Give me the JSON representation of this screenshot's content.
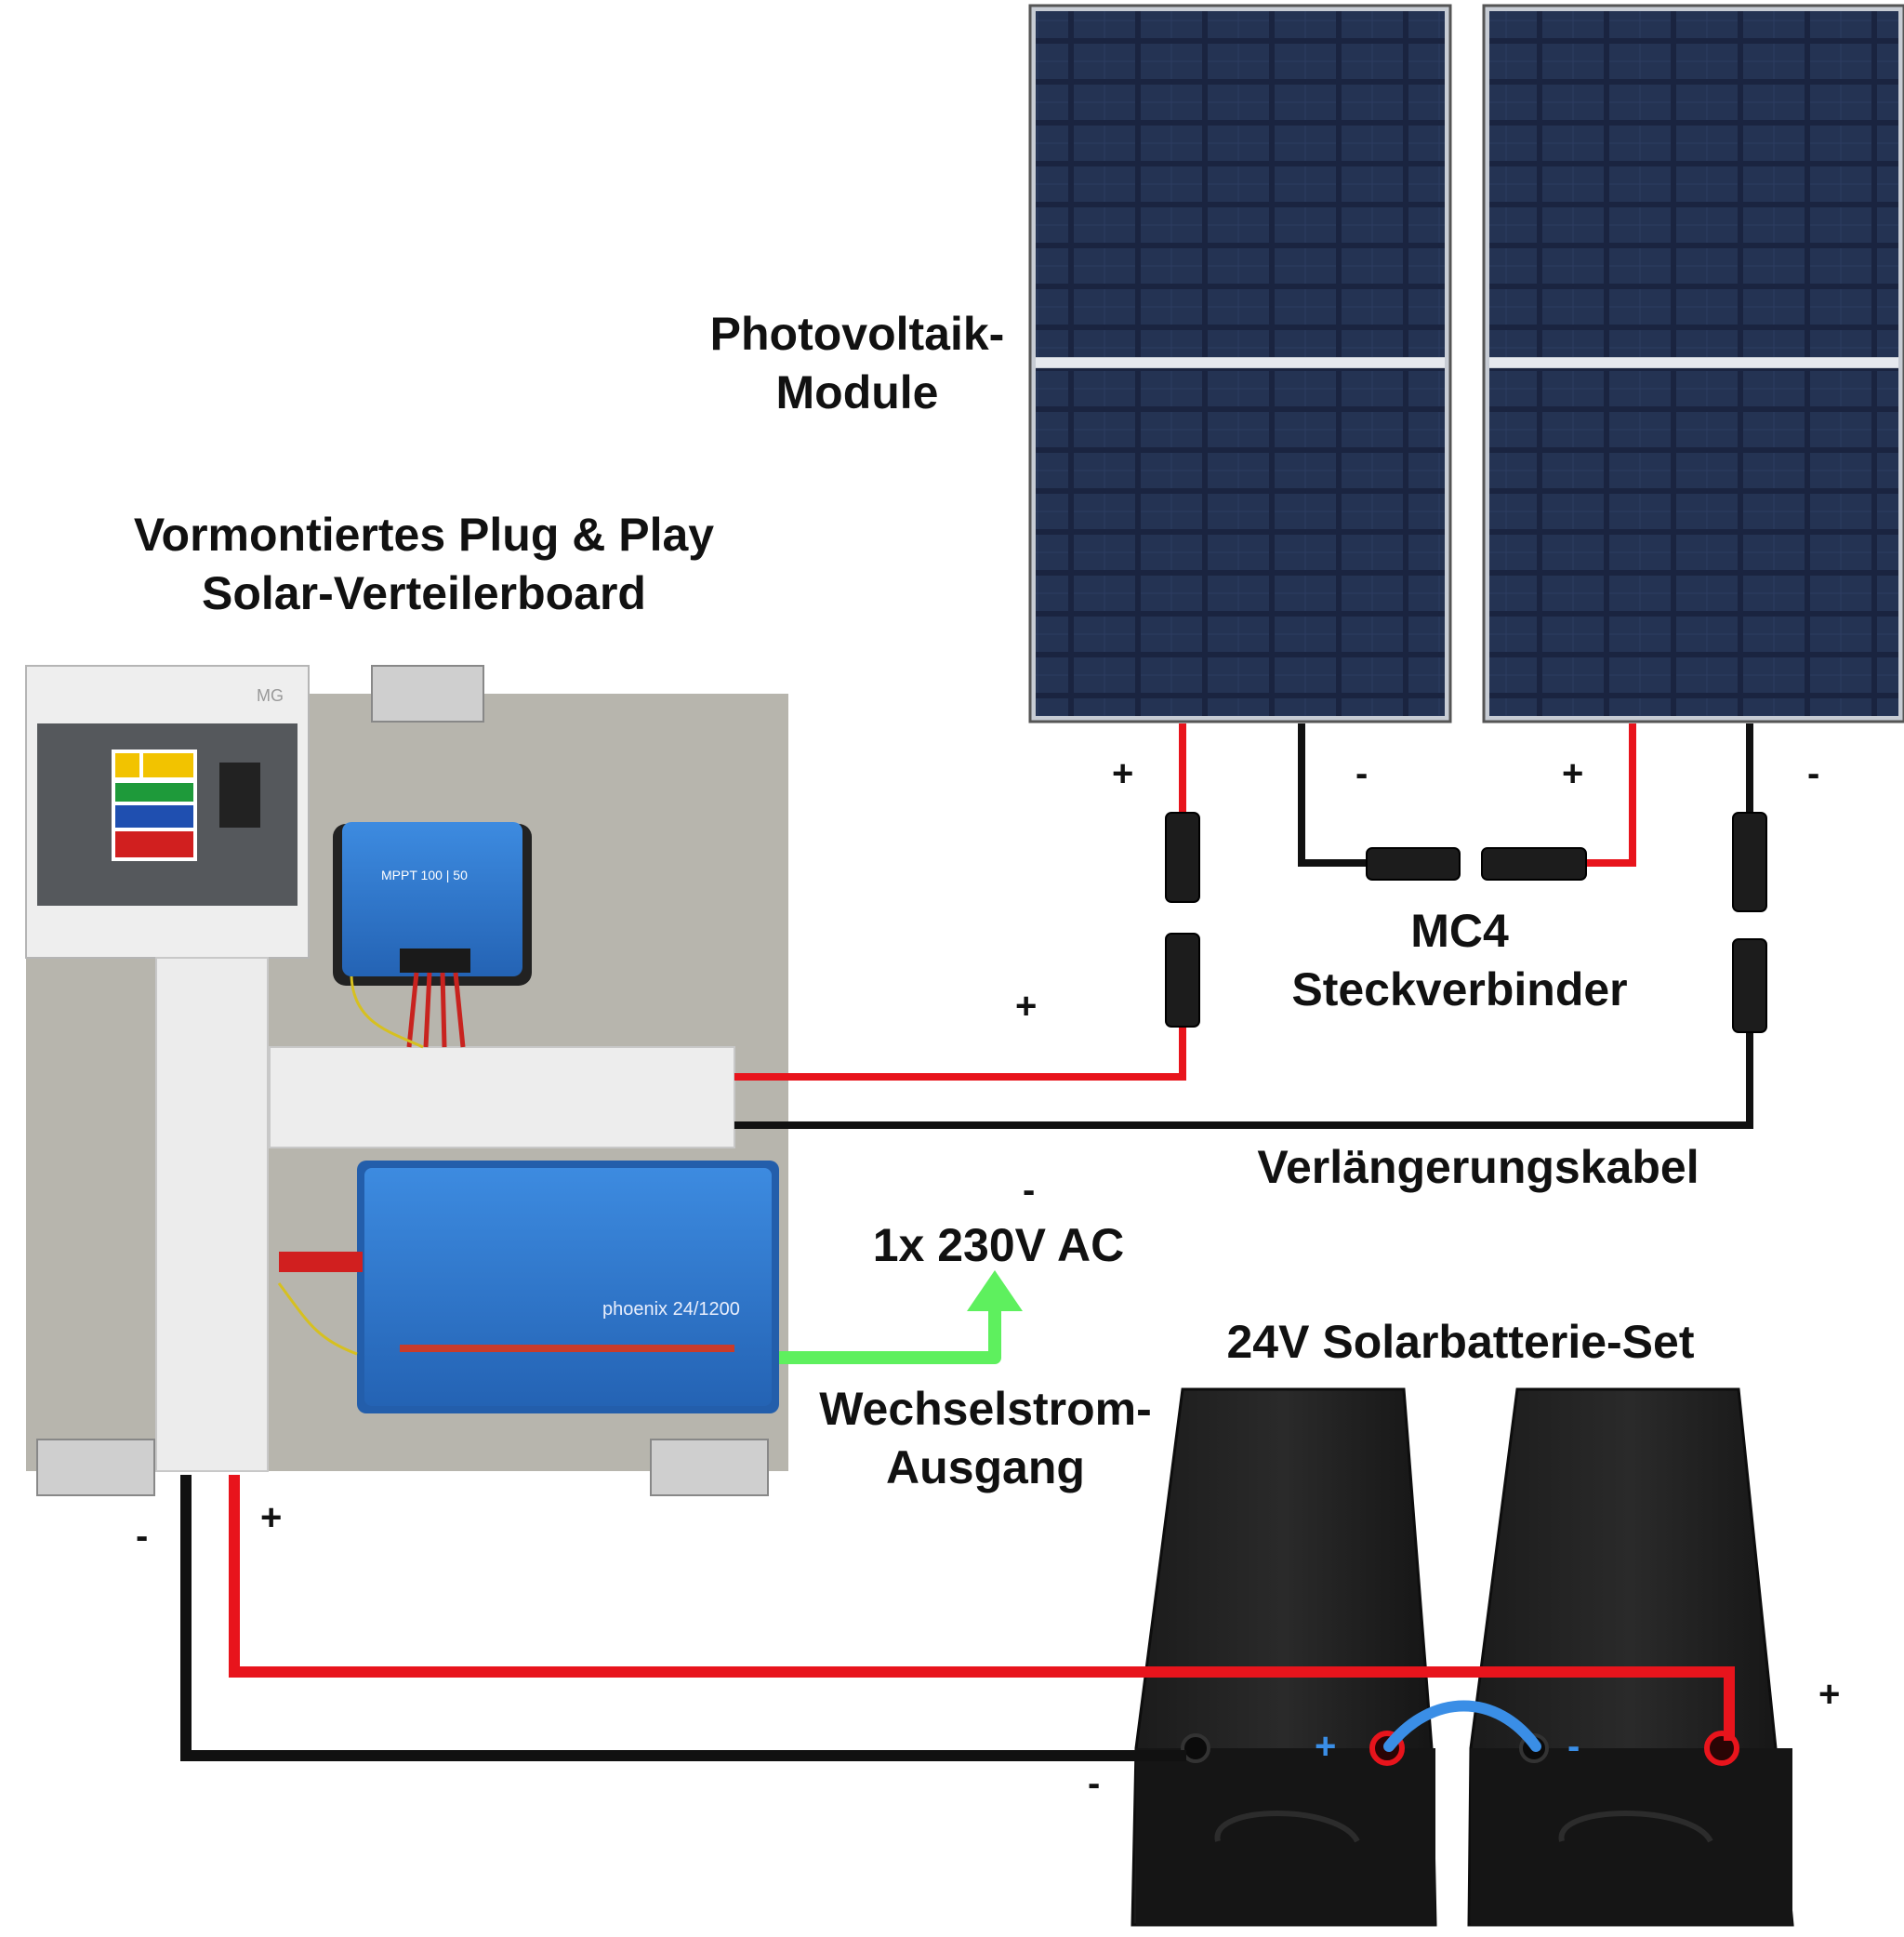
{
  "labels": {
    "pv_modules": [
      "Photovoltaik-",
      "Module"
    ],
    "board": [
      "Vormontiertes Plug & Play",
      "Solar-Verteilerboard"
    ],
    "mc4": [
      "MC4",
      "Steckverbinder"
    ],
    "extension_cable": "Verlängerungskabel",
    "ac_output": "1x 230V AC",
    "ac_output_desc": [
      "Wechselstrom-",
      "Ausgang"
    ],
    "battery_set": "24V Solarbatterie-Set"
  },
  "polarity": {
    "plus": "+",
    "minus": "-"
  },
  "devices": {
    "breaker_box_brand": "MG",
    "charge_controller_model": "MPPT 100 | 50",
    "inverter_model": "phoenix 24/1200"
  },
  "colors": {
    "positive_cable": "#e8141c",
    "negative_cable": "#111111",
    "ac_arrow": "#5ef05e",
    "battery_bridge": "#3a8ee6",
    "device_blue": "#2f78c8"
  }
}
